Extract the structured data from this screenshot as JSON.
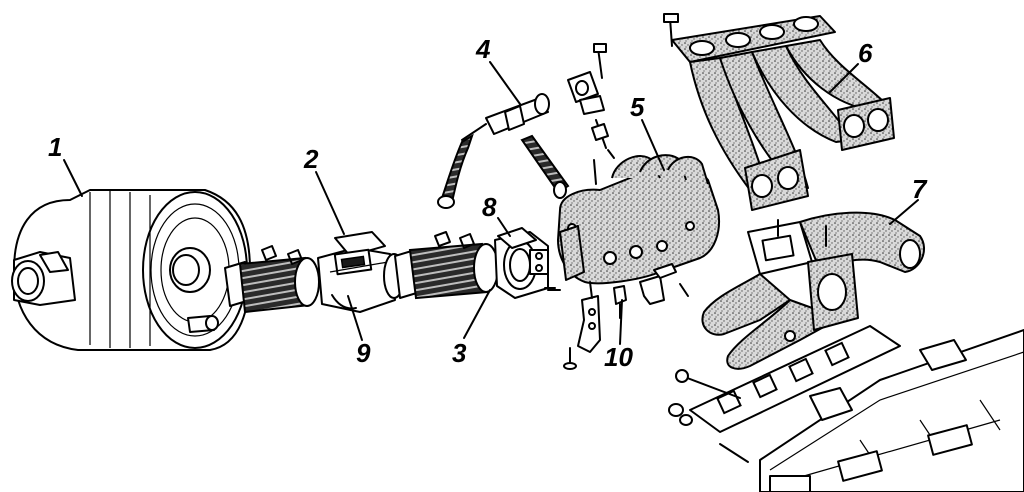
{
  "diagram": {
    "labels": [
      {
        "id": "1",
        "text": "1"
      },
      {
        "id": "2",
        "text": "2"
      },
      {
        "id": "3",
        "text": "3"
      },
      {
        "id": "4",
        "text": "4"
      },
      {
        "id": "5",
        "text": "5"
      },
      {
        "id": "6",
        "text": "6"
      },
      {
        "id": "7",
        "text": "7"
      },
      {
        "id": "8",
        "text": "8"
      },
      {
        "id": "9",
        "text": "9"
      },
      {
        "id": "10",
        "text": "10"
      }
    ]
  }
}
